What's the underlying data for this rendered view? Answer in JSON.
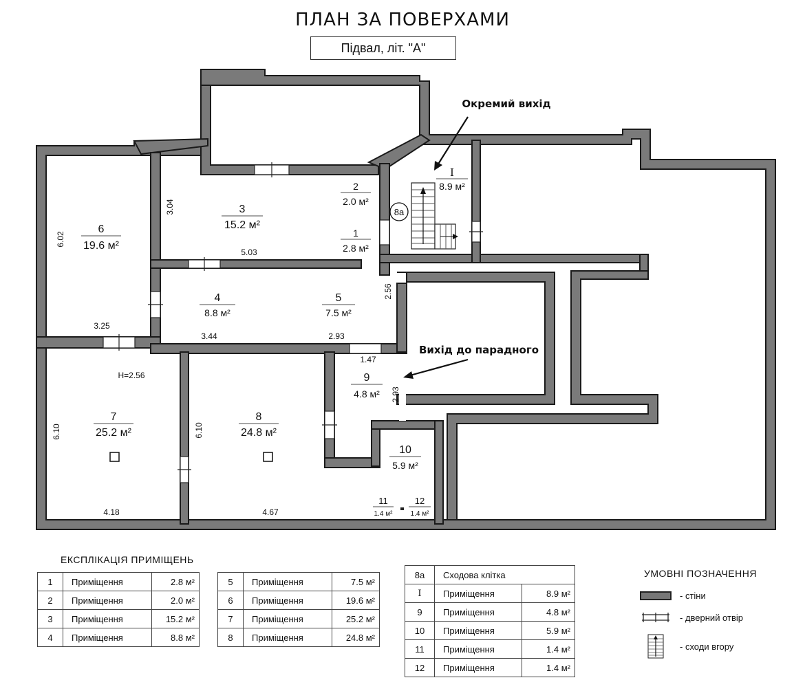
{
  "header": {
    "title": "ПЛАН ЗА ПОВЕРХАМИ",
    "subtitle": "Підвал,  літ. \"А\""
  },
  "rooms": [
    {
      "id": "6",
      "area": "19.6 м²"
    },
    {
      "id": "3",
      "area": "15.2 м²"
    },
    {
      "id": "2",
      "area": "2.0 м²"
    },
    {
      "id": "1",
      "area": "2.8 м²"
    },
    {
      "id": "I",
      "area": "8.9 м²"
    },
    {
      "id": "4",
      "area": "8.8 м²"
    },
    {
      "id": "5",
      "area": "7.5 м²"
    },
    {
      "id": "9",
      "area": "4.8 м²"
    },
    {
      "id": "7",
      "area": "25.2 м²"
    },
    {
      "id": "8",
      "area": "24.8 м²"
    },
    {
      "id": "10",
      "area": "5.9 м²"
    },
    {
      "id": "11",
      "area": "1.4 м²"
    },
    {
      "id": "12",
      "area": "1.4 м²"
    }
  ],
  "stair_label": "8a",
  "dimensions": [
    "6.02",
    "3.04",
    "5.03",
    "3.25",
    "3.44",
    "2.93",
    "2.56",
    "1.47",
    "2.93",
    "H=2.56",
    "6.10",
    "6.10",
    "4.18",
    "4.67"
  ],
  "annotations": {
    "separate_exit": "Окремий вихід",
    "exit_to_entrance": "Вихід до парадного"
  },
  "explication": {
    "title": "ЕКСПЛІКАЦІЯ ПРИМІЩЕНЬ",
    "table1": [
      {
        "n": "1",
        "name": "Приміщення",
        "area": "2.8 м²"
      },
      {
        "n": "2",
        "name": "Приміщення",
        "area": "2.0 м²"
      },
      {
        "n": "3",
        "name": "Приміщення",
        "area": "15.2 м²"
      },
      {
        "n": "4",
        "name": "Приміщення",
        "area": "8.8 м²"
      }
    ],
    "table2": [
      {
        "n": "5",
        "name": "Приміщення",
        "area": "7.5 м²"
      },
      {
        "n": "6",
        "name": "Приміщення",
        "area": "19.6 м²"
      },
      {
        "n": "7",
        "name": "Приміщення",
        "area": "25.2 м²"
      },
      {
        "n": "8",
        "name": "Приміщення",
        "area": "24.8 м²"
      }
    ],
    "table3_header": {
      "n": "8а",
      "name": "Сходова клітка"
    },
    "table3": [
      {
        "n": "I",
        "name": "Приміщення",
        "area": "8.9 м²"
      },
      {
        "n": "9",
        "name": "Приміщення",
        "area": "4.8 м²"
      },
      {
        "n": "10",
        "name": "Приміщення",
        "area": "5.9 м²"
      },
      {
        "n": "11",
        "name": "Приміщення",
        "area": "1.4 м²"
      },
      {
        "n": "12",
        "name": "Приміщення",
        "area": "1.4 м²"
      }
    ]
  },
  "legend": {
    "title": "УМОВНІ ПОЗНАЧЕННЯ",
    "walls": "- стіни",
    "door": "- дверний отвір",
    "stairs": "- сходи вгору",
    "wall_color": "#777777",
    "wall_outline": "#222222"
  }
}
